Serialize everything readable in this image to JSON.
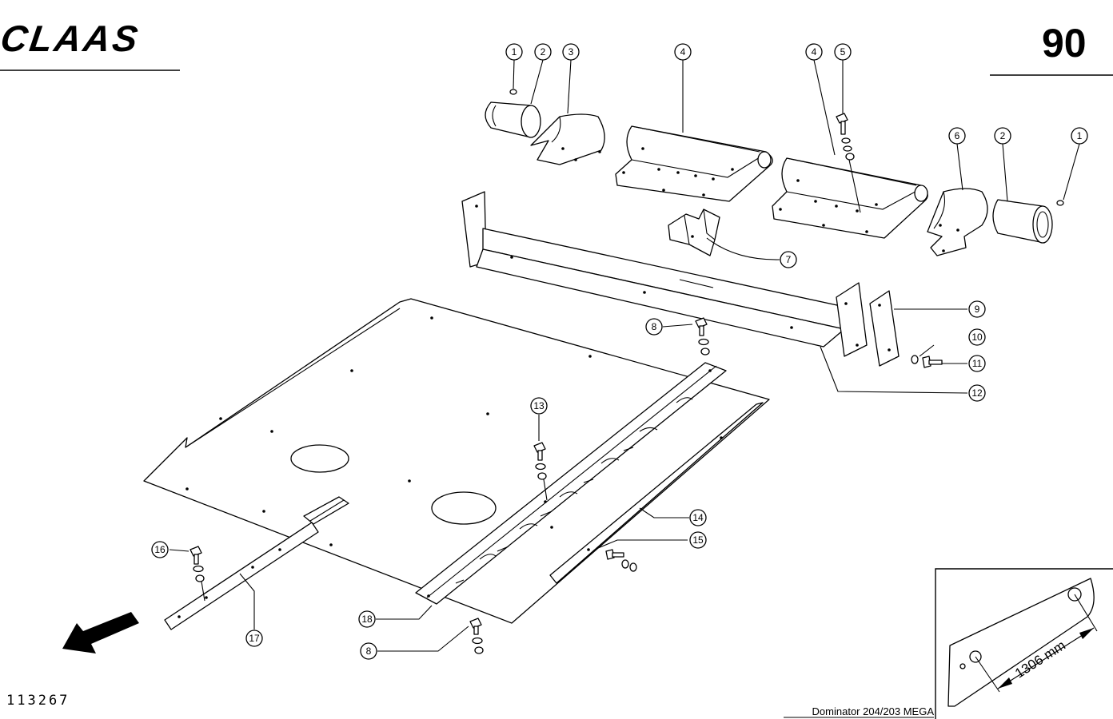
{
  "header": {
    "brand": "CLAAS",
    "page_number": "90"
  },
  "footer": {
    "document_number": "113267",
    "model": "Dominator 204/203 MEGA"
  },
  "detail": {
    "dimension": "1306 mm"
  },
  "callouts": [
    "1",
    "2",
    "3",
    "4",
    "4",
    "5",
    "6",
    "2",
    "1",
    "7",
    "8",
    "9",
    "10",
    "11",
    "12",
    "13",
    "14",
    "15",
    "16",
    "17",
    "18",
    "8"
  ]
}
